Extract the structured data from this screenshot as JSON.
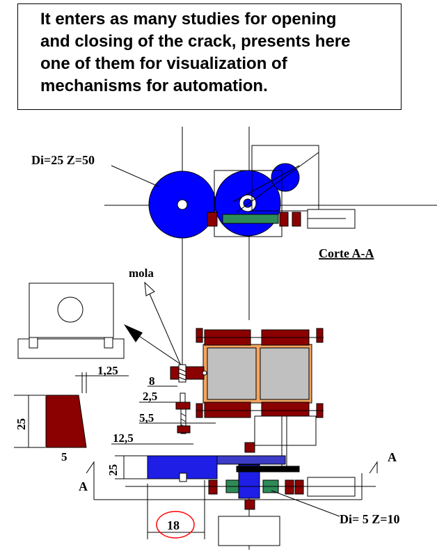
{
  "caption": {
    "line1": "It enters as many studies for opening",
    "line2": "and closing of the crack, presents here",
    "line3": "one of them for visualization of",
    "line4": "mechanisms for automation."
  },
  "labels": {
    "gear_top_spec": "Di=25 Z=50",
    "section_title": "Corte A-A",
    "spring_label": "mola",
    "dim_1_25": "1,25",
    "dim_8": "8",
    "dim_2_5": "2,5",
    "dim_5_5": "5,5",
    "dim_12_5": "12,5",
    "dim_25_side": "25",
    "dim_25_gear": "25",
    "dim_5": "5",
    "dim_18": "18",
    "section_a_left": "A",
    "section_a_right": "A",
    "gear_bottom_spec": "Di= 5 Z=10"
  },
  "colors": {
    "gear_blue": "#0000ff",
    "dark_red": "#8b0000",
    "green": "#2e8b57",
    "panel_gray": "#c0c0c0",
    "panel_border": "#f4a460",
    "dim_circle": "#ff0000"
  }
}
